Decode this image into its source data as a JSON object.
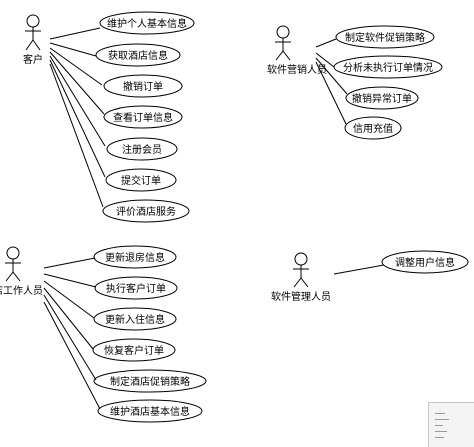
{
  "actors": {
    "customer": {
      "label": "客户"
    },
    "marketing": {
      "label": "软件营销人员"
    },
    "hotel_staff": {
      "label": "酒店工作人员"
    },
    "admin": {
      "label": "软件管理人员"
    }
  },
  "use_cases": {
    "customer": [
      "维护个人基本信息",
      "获取酒店信息",
      "撤销订单",
      "查看订单信息",
      "注册会员",
      "提交订单",
      "评价酒店服务"
    ],
    "marketing": [
      "制定软件促销策略",
      "分析未执行订单情况",
      "撤销异常订单",
      "信用充值"
    ],
    "hotel_staff": [
      "更新退房信息",
      "执行客户订单",
      "更新入住信息",
      "恢复客户订单",
      "制定酒店促销策略",
      "维护酒店基本信息"
    ],
    "admin": [
      "调整用户信息"
    ]
  }
}
